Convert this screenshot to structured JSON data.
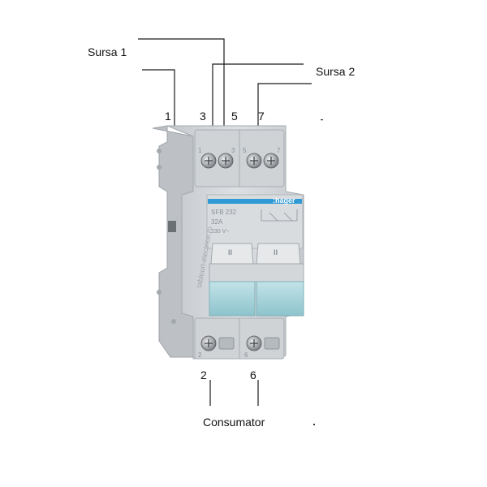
{
  "labels": {
    "source1": "Sursa 1",
    "source2": "Sursa 2",
    "consumer": "Consumator"
  },
  "terminals": {
    "top": [
      "1",
      "3",
      "5",
      "7"
    ],
    "bottom": [
      "2",
      "6"
    ]
  },
  "device": {
    "brand": ":hager",
    "model": "SFB 232",
    "rating": "32A",
    "voltage": "230 V~",
    "watermark": "tablouri-electrice.ro",
    "body_top_numbers": [
      "1",
      "3",
      "5",
      "7"
    ],
    "body_bottom_numbers": [
      "2",
      "6"
    ],
    "handle_marks": [
      "II",
      "II"
    ]
  },
  "colors": {
    "body": "#d3d6d9",
    "body_shadow": "#b9bdc1",
    "label_stripe": "#2f9ad6",
    "window": "#a9d3da",
    "line": "#1a1a1a"
  }
}
